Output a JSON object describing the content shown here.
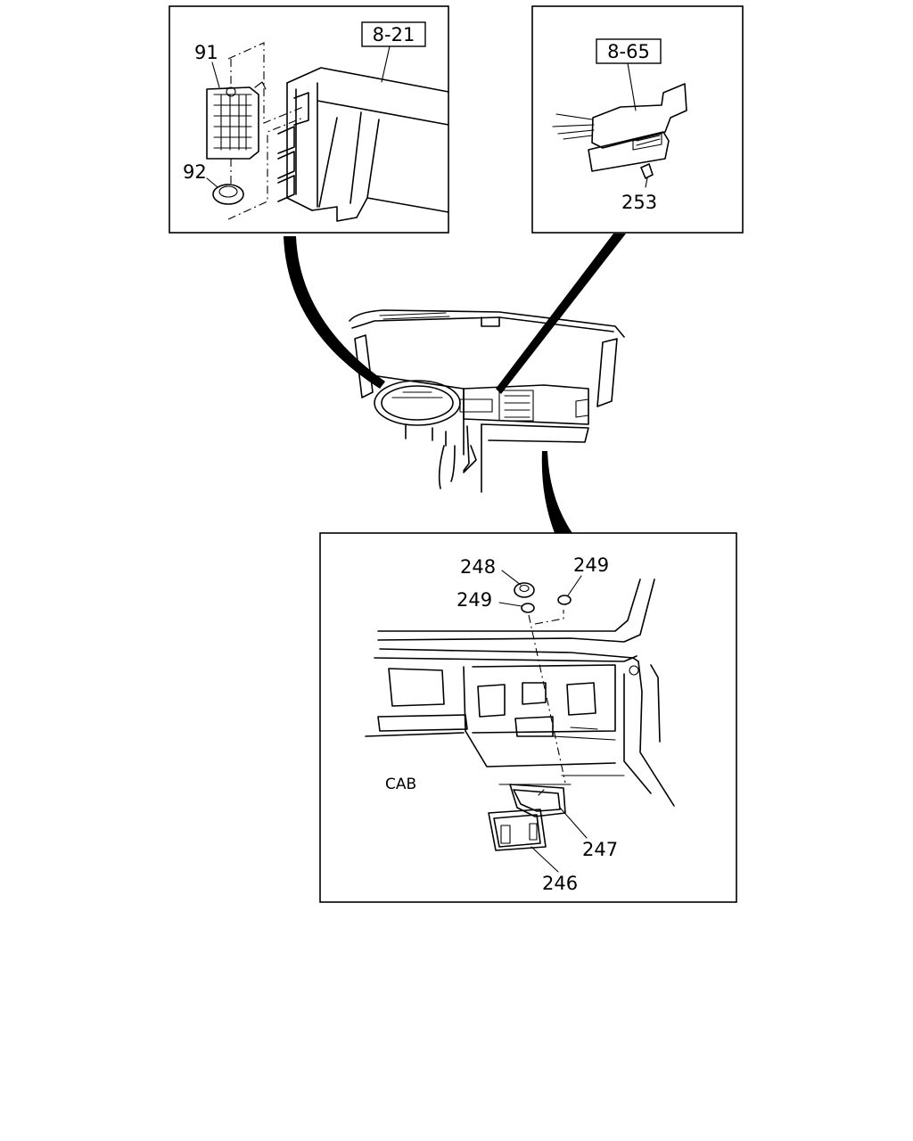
{
  "panels": {
    "top_left": {
      "ref_box": "8-21",
      "callouts": [
        "91",
        "92"
      ]
    },
    "top_right": {
      "ref_box": "8-65",
      "callouts": [
        "253"
      ]
    },
    "bottom": {
      "area_label": "CAB",
      "callouts": [
        "248",
        "249",
        "249",
        "247",
        "246"
      ]
    }
  }
}
